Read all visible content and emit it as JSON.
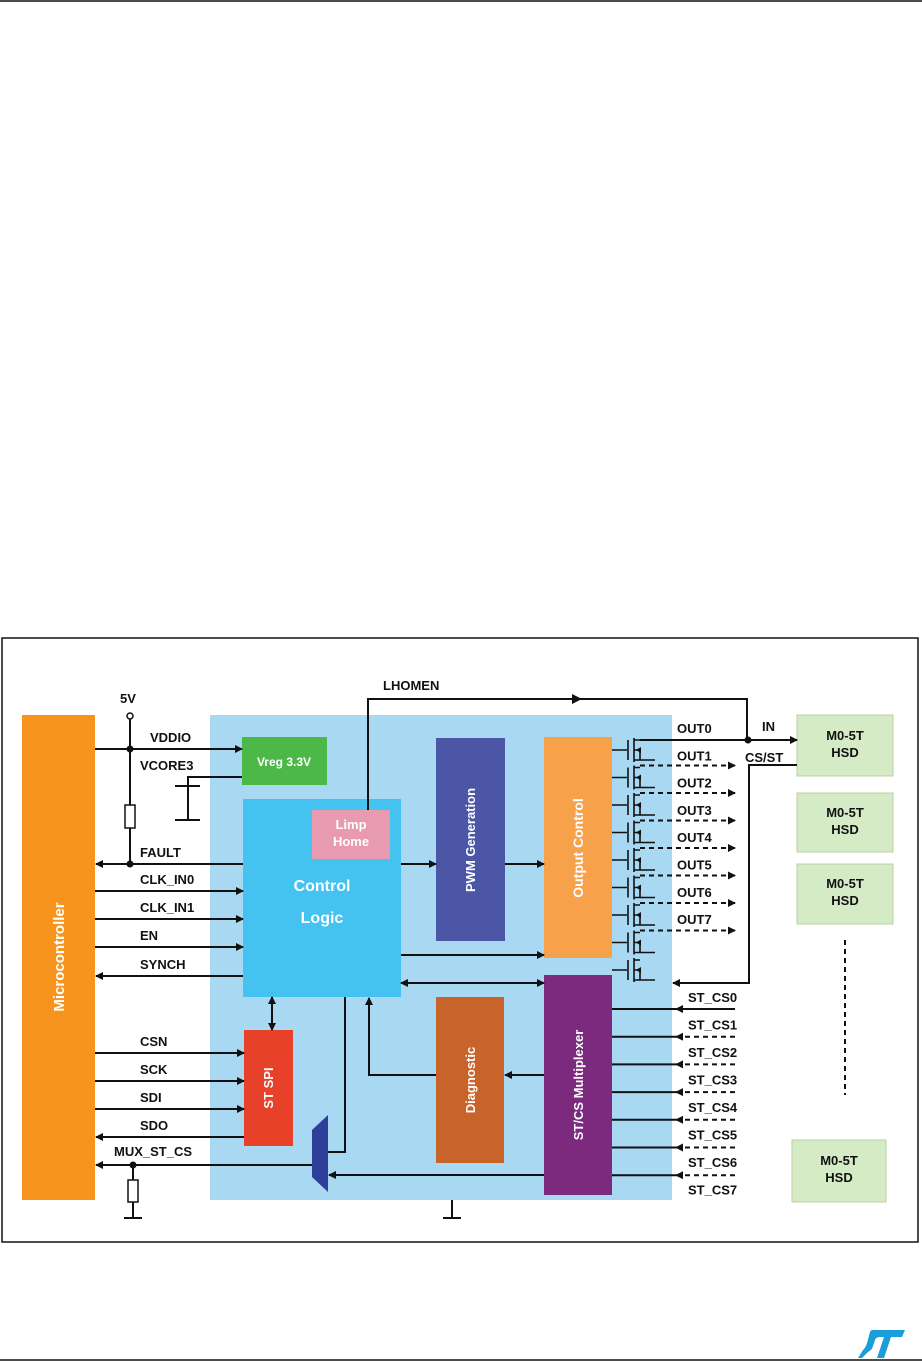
{
  "colors": {
    "microcontroller": "#F7941D",
    "chip": "#A8D8F2",
    "vreg": "#4CB848",
    "control_logic": "#44C3F0",
    "limp_home": "#E89AB0",
    "pwm": "#4B56A6",
    "output_control": "#F7A14A",
    "st_spi": "#E8412A",
    "diagnostic": "#C8632A",
    "mux": "#7B2A7E",
    "hsd": "#D4EBC5",
    "logo": "#1A9ED9"
  },
  "blocks": {
    "microcontroller": "Microcontroller",
    "vreg": "Vreg 3.3V",
    "limp_home_1": "Limp",
    "limp_home_2": "Home",
    "control_logic_1": "Control",
    "control_logic_2": "Logic",
    "pwm": "PWM Generation",
    "output_control": "Output Control",
    "st_spi": "ST SPI",
    "diagnostic": "Diagnostic",
    "mux": "ST/CS Multiplexer"
  },
  "hsd": [
    {
      "line1": "M0-5T",
      "line2": "HSD"
    },
    {
      "line1": "M0-5T",
      "line2": "HSD"
    },
    {
      "line1": "M0-5T",
      "line2": "HSD"
    },
    {
      "line1": "M0-5T",
      "line2": "HSD"
    }
  ],
  "signals": {
    "supply": "5V",
    "vddio": "VDDIO",
    "vcore3": "VCORE3",
    "fault": "FAULT",
    "clk_in0": "CLK_IN0",
    "clk_in1": "CLK_IN1",
    "en": "EN",
    "synch": "SYNCH",
    "csn": "CSN",
    "sck": "SCK",
    "sdi": "SDI",
    "sdo": "SDO",
    "mux_st_cs": "MUX_ST_CS",
    "lhomen": "LHOMEN",
    "in": "IN",
    "cs_st": "CS/ST"
  },
  "outputs": [
    "OUT0",
    "OUT1",
    "OUT2",
    "OUT3",
    "OUT4",
    "OUT5",
    "OUT6",
    "OUT7"
  ],
  "st_cs": [
    "ST_CS0",
    "ST_CS1",
    "ST_CS2",
    "ST_CS3",
    "ST_CS4",
    "ST_CS5",
    "ST_CS6",
    "ST_CS7"
  ],
  "logo": "ST"
}
